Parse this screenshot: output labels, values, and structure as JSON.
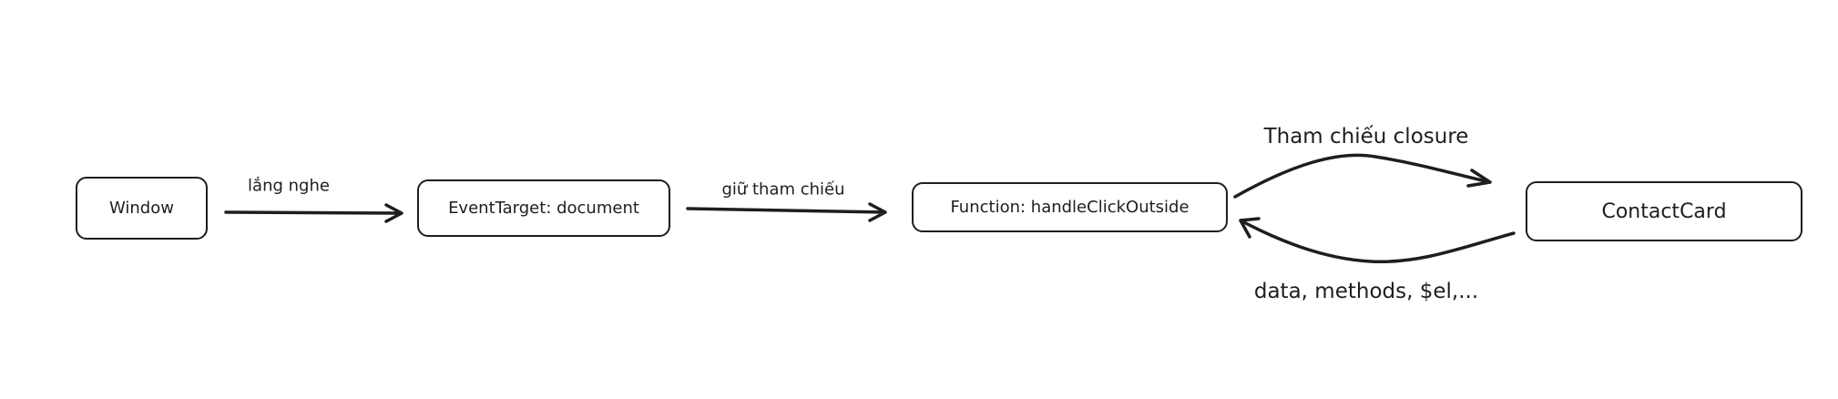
{
  "nodes": {
    "window": "Window",
    "event_target": "EventTarget: document",
    "function": "Function: handleClickOutside",
    "contact_card": "ContactCard"
  },
  "edges": {
    "listen": "lắng nghe",
    "hold_ref": "giữ tham chiếu",
    "closure_ref": "Tham chiếu closure",
    "back_ref": "data, methods, $el,..."
  },
  "colors": {
    "stroke": "#1e1e1e",
    "background": "#ffffff"
  }
}
